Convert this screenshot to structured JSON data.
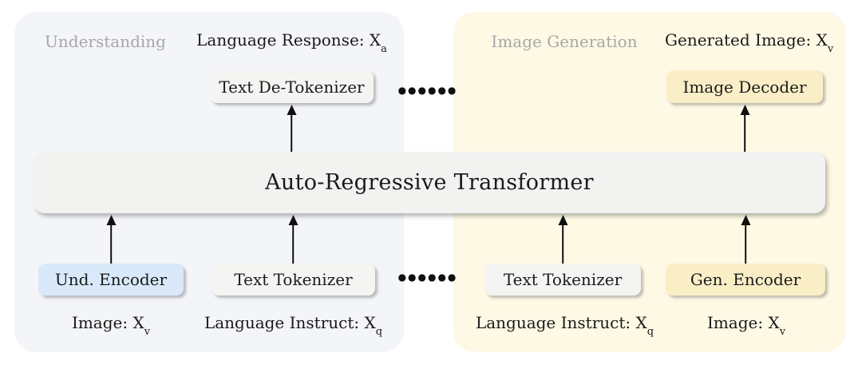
{
  "diagram": {
    "transformer_label": "Auto-Regressive Transformer",
    "ellipsis_top": "●●●●●●",
    "ellipsis_bottom": "●●●●●●"
  },
  "understanding": {
    "panel_label": "Understanding",
    "response_label": {
      "text": "Language Response: X",
      "sub": "a"
    },
    "detokenizer_label": "Text De-Tokenizer",
    "encoder_label": "Und. Encoder",
    "tokenizer_label": "Text Tokenizer",
    "image_label": {
      "text": "Image: X",
      "sub": "v"
    },
    "instruct_label": {
      "text": "Language Instruct: X",
      "sub": "q"
    }
  },
  "generation": {
    "panel_label": "Image Generation",
    "generated_label": {
      "text": "Generated Image: X",
      "sub": "v"
    },
    "decoder_label": "Image Decoder",
    "tokenizer_label": "Text Tokenizer",
    "encoder_label": "Gen. Encoder",
    "instruct_label": {
      "text": "Language Instruct: X",
      "sub": "q"
    },
    "image_label": {
      "text": "Image: X",
      "sub": "v"
    }
  },
  "colors": {
    "understanding_panel_bg": "#f3f5f9",
    "generation_panel_bg": "#fdf9e5",
    "neutral_box_bg": "#f4f4f2",
    "understanding_encoder_bg": "#d9e9f9",
    "generation_box_bg": "#faeec7",
    "transformer_bg": "#f2f2f1",
    "panel_label_color": "#a7a7a7",
    "text_color": "#1a1a1a",
    "arrow_color": "#101010"
  }
}
